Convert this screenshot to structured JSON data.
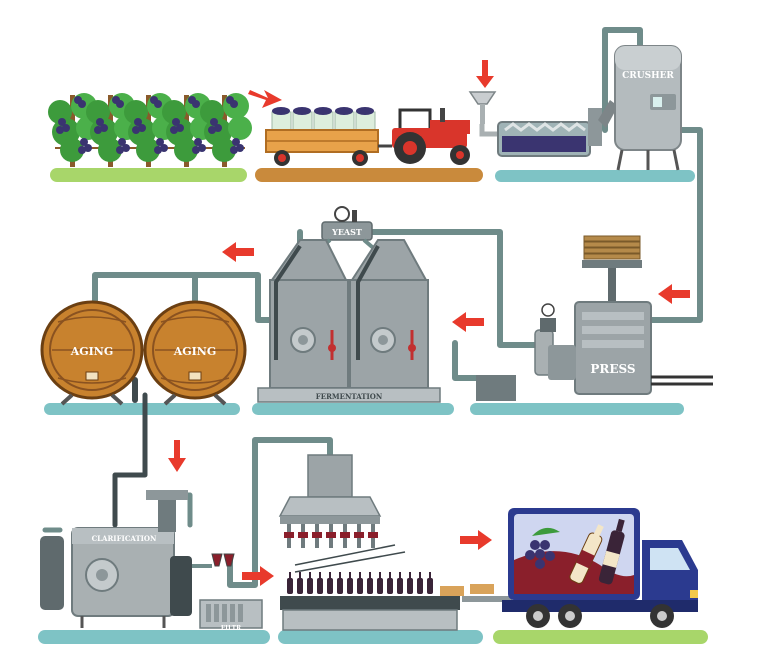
{
  "labels": {
    "crusher": "CRUSHER",
    "yeast": "YEAST",
    "fermentation": "FERMENTATION",
    "press": "PRESS",
    "aging_left": "AGING",
    "aging_right": "AGING",
    "clarification": "CLARIFICATION",
    "filter": "FILTR"
  },
  "colors": {
    "pipe": "#6f8c8a",
    "pipe_dark": "#4a5558",
    "steel": "#a9b0b2",
    "steel_dark": "#7d8588",
    "arrow": "#e83a2c",
    "grass": "#a8d66a",
    "ground": "#7ec3c5",
    "barrel": "#c8822e",
    "wine": "#8a1f2b",
    "truck": "#2b3a8f",
    "tractor": "#d9352b",
    "grape": "#3a3470",
    "leaf": "#3d9b3c"
  },
  "icons": [
    "vineyard-icon",
    "tractor-icon",
    "crusher-icon",
    "press-icon",
    "fermentation-tank-icon",
    "barrel-icon",
    "clarification-tank-icon",
    "bottling-machine-icon",
    "delivery-truck-icon",
    "flow-arrow-icon"
  ]
}
